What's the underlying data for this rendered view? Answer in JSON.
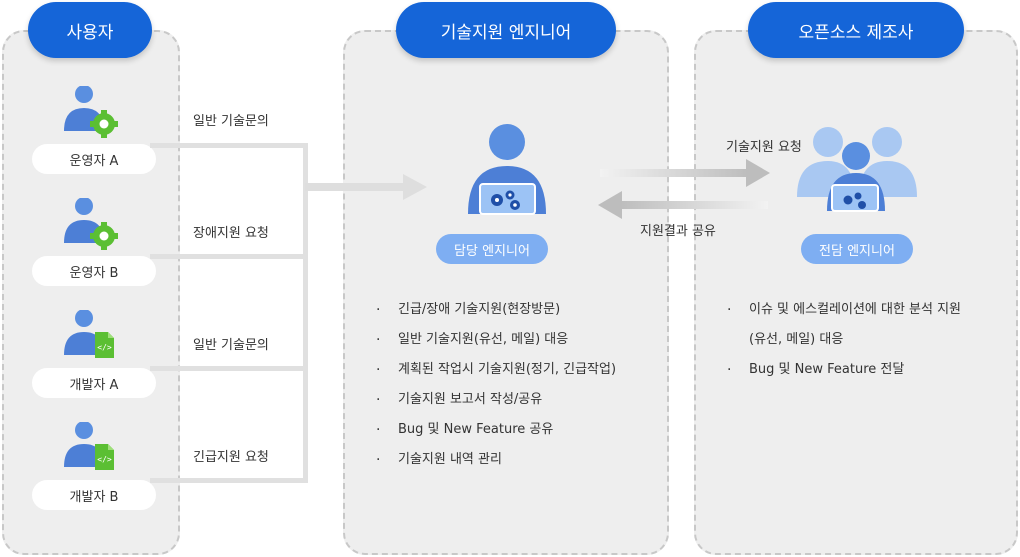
{
  "columns": {
    "users": {
      "title": "사용자"
    },
    "engineer": {
      "title": "기술지원 엔지니어"
    },
    "vendor": {
      "title": "오픈소스 제조사"
    }
  },
  "users": [
    {
      "label": "운영자 A",
      "request": "일반 기술문의",
      "badge": "gear"
    },
    {
      "label": "운영자 B",
      "request": "장애지원 요청",
      "badge": "gear"
    },
    {
      "label": "개발자 A",
      "request": "일반 기술문의",
      "badge": "code"
    },
    {
      "label": "개발자 B",
      "request": "긴급지원 요청",
      "badge": "code"
    }
  ],
  "engineer": {
    "role": "담당 엔지니어",
    "tasks": [
      "긴급/장애 기술지원(현장방문)",
      "일반 기술지원(유선, 메일) 대응",
      "계획된 작업시 기술지원(정기, 긴급작업)",
      "기술지원 보고서 작성/공유",
      "Bug 및 New Feature 공유",
      "기술지원 내역 관리"
    ]
  },
  "vendor": {
    "role": "전담 엔지니어",
    "tasks_line1": "이슈 및 에스컬레이션에 대한 분석 지원",
    "tasks_line2": "(유선, 메일) 대응",
    "task2": "Bug 및 New Feature 전달"
  },
  "arrows": {
    "to_vendor": "기술지원 요청",
    "to_engineer": "지원결과 공유"
  },
  "colors": {
    "title_pill": "#1565d8",
    "role_pill": "#7eaef2",
    "person": "#4d7fd6",
    "gear_badge": "#5bbf33",
    "code_badge": "#5bbf33"
  }
}
